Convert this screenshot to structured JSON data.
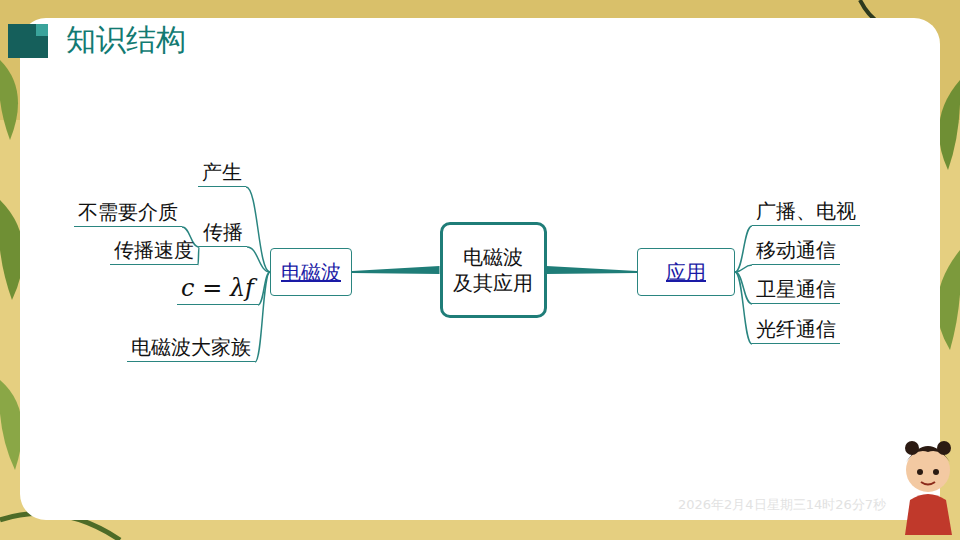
{
  "diagram": {
    "title": "知识结构",
    "nodes": [
      {
        "text": [
          "电磁波 及其应用"
        ]
      },
      {
        "text": [
          "电磁波"
        ]
      },
      {
        "text": [
          "产生"
        ]
      },
      {
        "text": [
          "传播"
        ]
      },
      {
        "text": [
          "不需要介质"
        ]
      },
      {
        "text": [
          "传播速度"
        ]
      },
      {
        "text": [
          "c = λf"
        ]
      },
      {
        "text": [
          "电磁波大家族"
        ]
      },
      {
        "text": [
          "应用"
        ]
      },
      {
        "text": [
          "广播、电视"
        ]
      },
      {
        "text": [
          "移动通信"
        ]
      },
      {
        "text": [
          "卫星通信"
        ]
      },
      {
        "text": [
          "光纤通信"
        ]
      }
    ],
    "edges": [
      {
        "from": 0,
        "to": 1,
        "arrow": "none"
      },
      {
        "from": 1,
        "to": 2,
        "arrow": "none"
      },
      {
        "from": 1,
        "to": 3,
        "arrow": "none"
      },
      {
        "from": 3,
        "to": 4,
        "arrow": "none"
      },
      {
        "from": 3,
        "to": 5,
        "arrow": "none"
      },
      {
        "from": 1,
        "to": 6,
        "arrow": "none"
      },
      {
        "from": 1,
        "to": 7,
        "arrow": "none"
      },
      {
        "from": 0,
        "to": 8,
        "arrow": "none"
      },
      {
        "from": 8,
        "to": 9,
        "arrow": "none"
      },
      {
        "from": 8,
        "to": 10,
        "arrow": "none"
      },
      {
        "from": 8,
        "to": 11,
        "arrow": "none"
      },
      {
        "from": 8,
        "to": 12,
        "arrow": "none"
      }
    ],
    "labels": [
      "2026年2月4日星期三14时26分7秒"
    ]
  }
}
